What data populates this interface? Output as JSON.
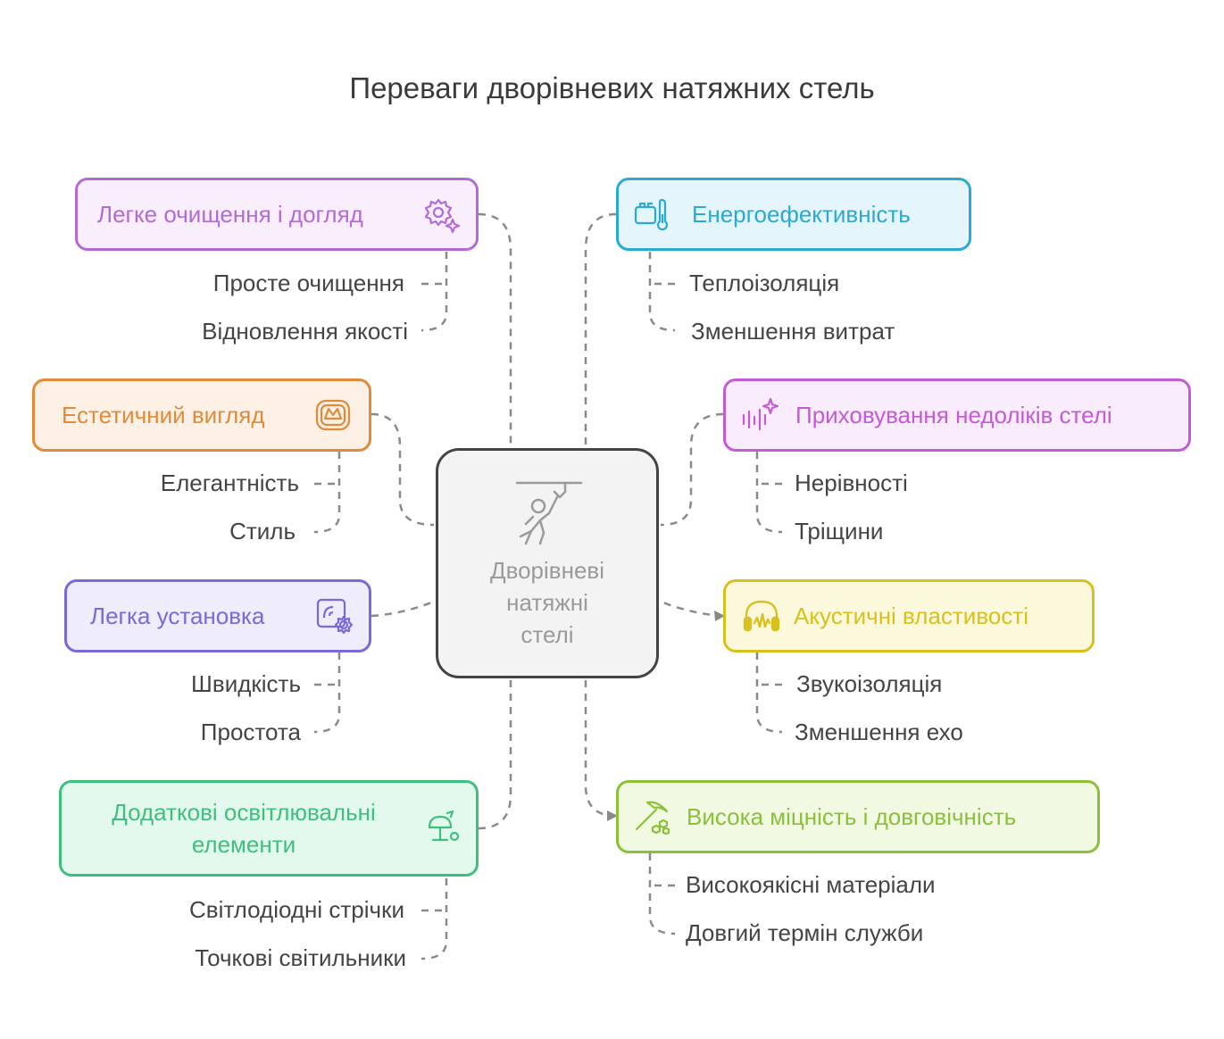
{
  "title": "Переваги дворівневих натяжних стель",
  "center": {
    "label_lines": [
      "Дворівневі",
      "натяжні",
      "стелі"
    ]
  },
  "branches": {
    "cleaning": {
      "label": "Легке очищення і догляд",
      "color": "#b46ad6",
      "items": [
        "Просте очищення",
        "Відновлення якості"
      ],
      "icon": "gear-sparkle-icon"
    },
    "aesthetic": {
      "label": "Естетичний вигляд",
      "color": "#e08a3a",
      "items": [
        "Елегантність",
        "Стиль"
      ],
      "icon": "seat-frame-icon"
    },
    "install": {
      "label": "Легка установка",
      "color": "#7a68dc",
      "items": [
        "Швидкість",
        "Простота"
      ],
      "icon": "setup-gear-icon"
    },
    "lighting": {
      "label_lines": [
        "Додаткові освітлювальні",
        "елементи"
      ],
      "color": "#3fbf7f",
      "items": [
        "Світлодіодні стрічки",
        "Точкові світильники"
      ],
      "icon": "lamp-icon"
    },
    "energy": {
      "label": "Енергоефективність",
      "color": "#29a9d4",
      "items": [
        "Теплоізоляція",
        "Зменшення витрат"
      ],
      "icon": "battery-thermometer-icon"
    },
    "hiding": {
      "label": "Приховування недоліків стелі",
      "color": "#c45ad6",
      "items": [
        "Нерівності",
        "Тріщини"
      ],
      "icon": "sparkle-lines-icon"
    },
    "acoustic": {
      "label": "Акустичні властивості",
      "color": "#d8c01e",
      "items": [
        "Звукоізоляція",
        "Зменшення ехо"
      ],
      "icon": "headphones-icon"
    },
    "strength": {
      "label": "Висока міцність і довговічність",
      "color": "#8cbf3a",
      "items": [
        "Високоякісні матеріали",
        "Довгий термін служби"
      ],
      "icon": "pickaxe-icon"
    }
  }
}
